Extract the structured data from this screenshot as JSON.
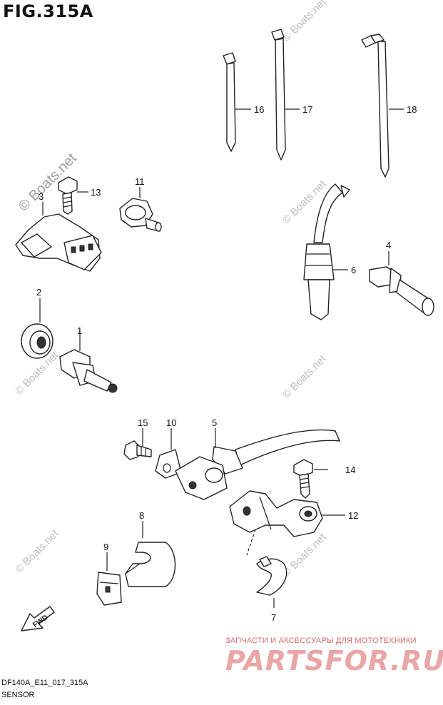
{
  "figure": {
    "title": "FIG.315A",
    "code": "DF140A_E11_017_315A",
    "name": "SENSOR"
  },
  "watermarks": {
    "boats": "© Boats.net",
    "shop_tagline": "ЗАПЧАСТИ И АКСЕССУАРЫ ДЛЯ МОТОТЕХНИКИ",
    "shop_logo": "PARTSFOR.RU"
  },
  "direction_label": "FWD",
  "callouts": [
    "1",
    "2",
    "3",
    "4",
    "5",
    "6",
    "7",
    "8",
    "9",
    "10",
    "11",
    "12",
    "13",
    "14",
    "15",
    "16",
    "17",
    "18"
  ]
}
